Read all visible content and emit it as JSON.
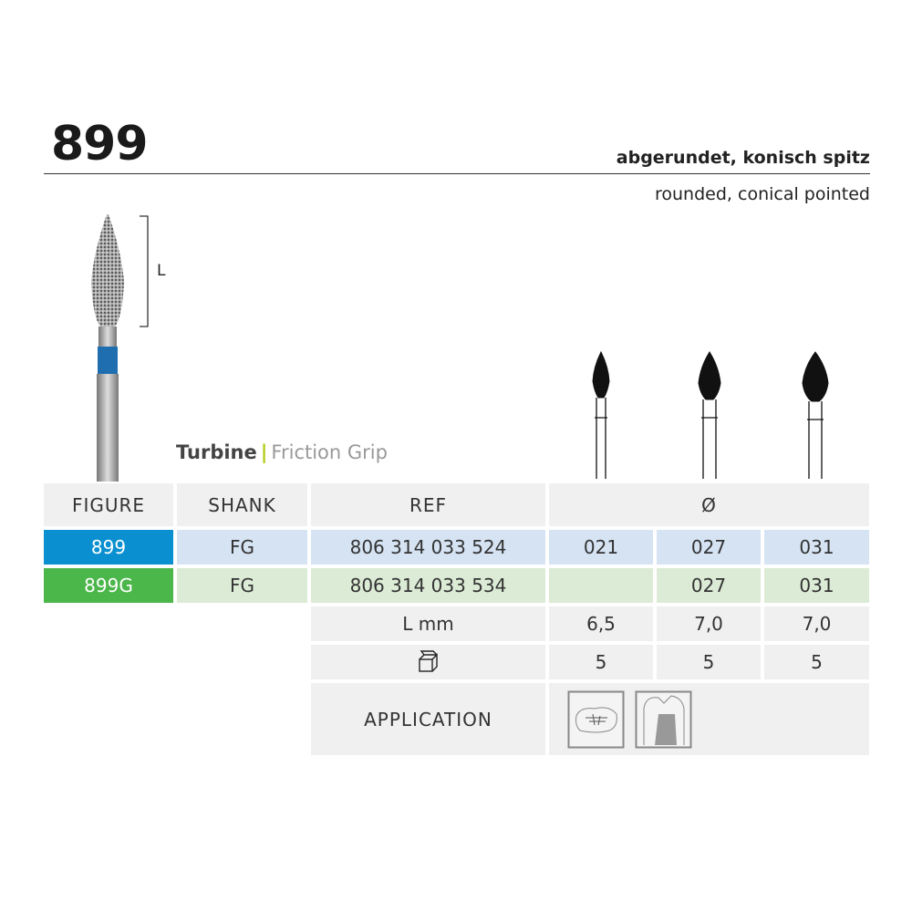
{
  "title": "899",
  "desc_de": "abgerundet, konisch spitz",
  "desc_en": "rounded, conical pointed",
  "length_label": "L",
  "subtitle": {
    "bold": "Turbine",
    "light": "Friction Grip"
  },
  "table": {
    "headers": {
      "figure": "FIGURE",
      "shank": "SHANK",
      "ref": "REF",
      "diameter": "Ø"
    },
    "rows": [
      {
        "figure": "899",
        "shank": "FG",
        "ref": "806 314 033 524",
        "d": [
          "021",
          "027",
          "031"
        ],
        "color": "#0a90d0"
      },
      {
        "figure": "899G",
        "shank": "FG",
        "ref": "806 314 033 534",
        "d": [
          "",
          "027",
          "031"
        ],
        "color": "#4bb64a"
      }
    ],
    "lmm_label": "L mm",
    "lmm": [
      "6,5",
      "7,0",
      "7,0"
    ],
    "pack": [
      "5",
      "5",
      "5"
    ],
    "application_label": "APPLICATION"
  }
}
